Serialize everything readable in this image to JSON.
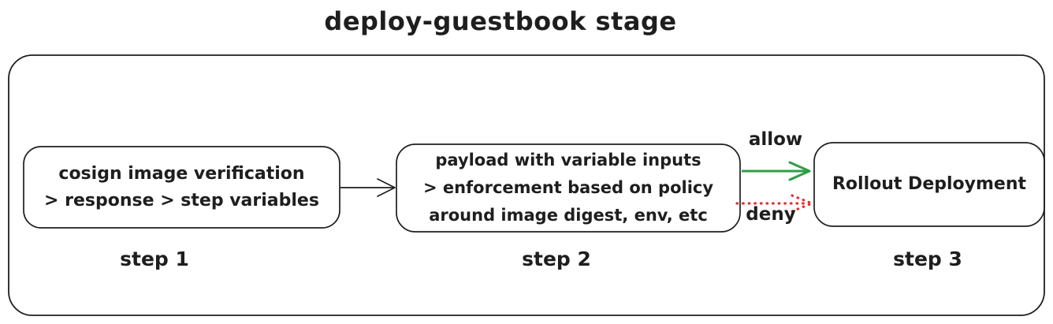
{
  "title": "deploy-guestbook stage",
  "colors": {
    "ink": "#1e1e1e",
    "allow_green": "#2f9e44",
    "deny_red": "#e03131",
    "background": "#ffffff"
  },
  "steps": [
    {
      "label": "step 1",
      "lines": [
        "cosign image verification",
        "> response > step variables"
      ]
    },
    {
      "label": "step 2",
      "lines": [
        "payload with variable inputs",
        "> enforcement based on policy",
        "around image digest, env, etc"
      ]
    },
    {
      "label": "step 3",
      "lines": [
        "Rollout Deployment"
      ]
    }
  ],
  "edges": [
    {
      "from": "step 1",
      "to": "step 2",
      "label": "",
      "style": "solid",
      "color": "#1e1e1e"
    },
    {
      "from": "step 2",
      "to": "step 3",
      "label": "allow",
      "style": "solid",
      "color": "#2f9e44"
    },
    {
      "from": "step 2",
      "to": "step 3",
      "label": "deny",
      "style": "dotted",
      "color": "#e03131"
    }
  ]
}
